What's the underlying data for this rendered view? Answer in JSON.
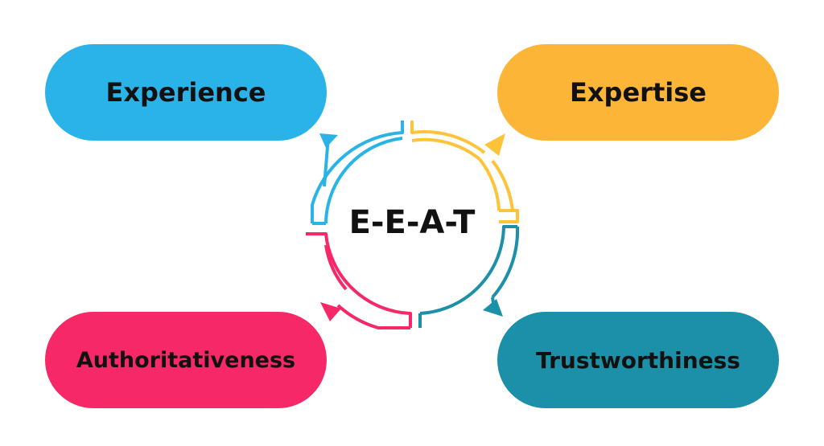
{
  "diagram": {
    "center": {
      "label": "E-E-A-T"
    },
    "pills": [
      {
        "label": "Experience",
        "color": "#29b3e8"
      },
      {
        "label": "Expertise",
        "color": "#fdb538"
      },
      {
        "label": "Authoritativeness",
        "color": "#f72868"
      },
      {
        "label": "Trustworthiness",
        "color": "#1b90a8"
      }
    ]
  }
}
